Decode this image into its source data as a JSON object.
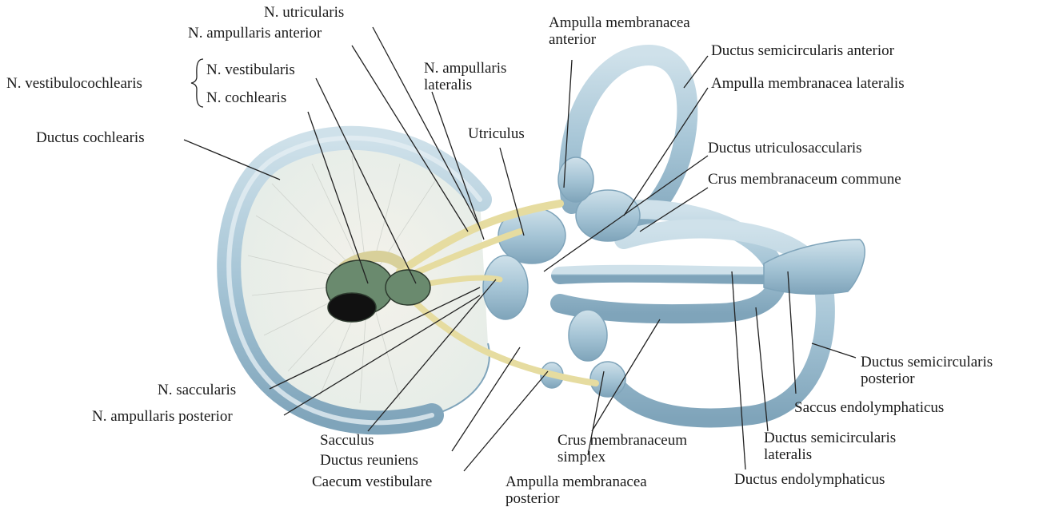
{
  "labels": {
    "n_utricularis": "N. utricularis",
    "n_ampullaris_anterior": "N. ampullaris anterior",
    "n_vestibulocochlearis": "N. vestibulocochlearis",
    "n_vestibularis": "N. vestibularis",
    "n_cochlearis": "N. cochlearis",
    "n_ampullaris_lateralis": [
      "N. ampullaris",
      "lateralis"
    ],
    "ampulla_membranacea_anterior": [
      "Ampulla membranacea",
      "anterior"
    ],
    "ductus_semicircularis_anterior": "Ductus semicircularis anterior",
    "ampulla_membranacea_lateralis": "Ampulla membranacea lateralis",
    "ductus_cochlearis": "Ductus cochlearis",
    "utriculus": "Utriculus",
    "ductus_utriculosaccularis": "Ductus utriculosaccularis",
    "crus_membranaceum_commune": "Crus membranaceum commune",
    "ductus_semicircularis_posterior": [
      "Ductus semicircularis",
      "posterior"
    ],
    "saccus_endolymphaticus": "Saccus endolymphaticus",
    "n_saccularis": "N. saccularis",
    "n_ampullaris_posterior": "N. ampullaris posterior",
    "sacculus": "Sacculus",
    "ductus_reuniens": "Ductus reuniens",
    "caecum_vestibulare": "Caecum vestibulare",
    "crus_membranaceum_simplex": [
      "Crus membranaceum",
      "simplex"
    ],
    "ampulla_membranacea_posterior": [
      "Ampulla membranacea",
      "posterior"
    ],
    "ductus_semicircularis_lateralis": [
      "Ductus semicircularis",
      "lateralis"
    ],
    "ductus_endolymphaticus": "Ductus endolymphaticus"
  },
  "colors": {
    "duct": "#a9c8d8",
    "duct_edge": "#6f93a8",
    "nerve": "#e6dca0",
    "ganglion": "#6a8a6e"
  }
}
